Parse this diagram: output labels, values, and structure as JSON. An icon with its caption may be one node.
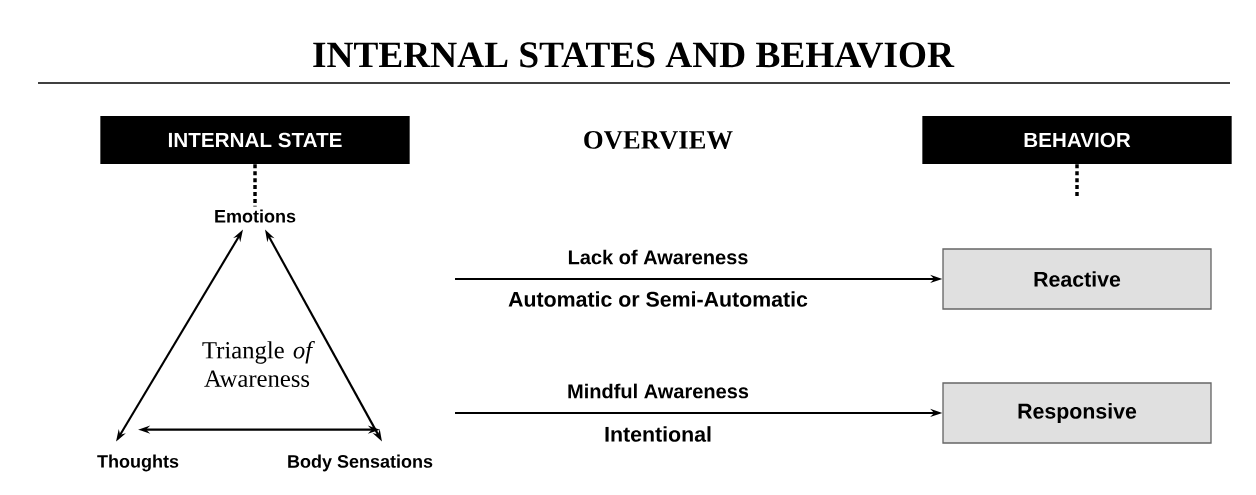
{
  "diagram": {
    "title": "INTERNAL STATES AND BEHAVIOR",
    "nodes": [
      {
        "text": [
          "INTERNAL STATE"
        ]
      },
      {
        "text": [
          "Emotions"
        ]
      },
      {
        "text": [
          "Thoughts"
        ]
      },
      {
        "text": [
          "Body Sensations"
        ]
      },
      {
        "text": [
          "BEHAVIOR"
        ]
      },
      {
        "text": [
          "Reactive"
        ]
      },
      {
        "text": [
          "Responsive"
        ]
      }
    ],
    "edges": [
      {
        "from": 0,
        "to": 1,
        "arrow": "none",
        "style": "dashed"
      },
      {
        "from": 1,
        "to": 2,
        "arrow": "both"
      },
      {
        "from": 1,
        "to": 3,
        "arrow": "both"
      },
      {
        "from": 2,
        "to": 3,
        "arrow": "both"
      },
      {
        "from": 4,
        "to": null,
        "arrow": "none",
        "style": "dashed"
      },
      {
        "from": null,
        "to": 5,
        "arrow": "to",
        "label": "Lack of Awareness"
      },
      {
        "from": null,
        "to": 6,
        "arrow": "to",
        "label": "Mindful Awareness"
      }
    ],
    "labels": [
      "OVERVIEW",
      "Triangle *of* Awareness",
      "Automatic or Semi-Automatic",
      "Intentional"
    ]
  }
}
